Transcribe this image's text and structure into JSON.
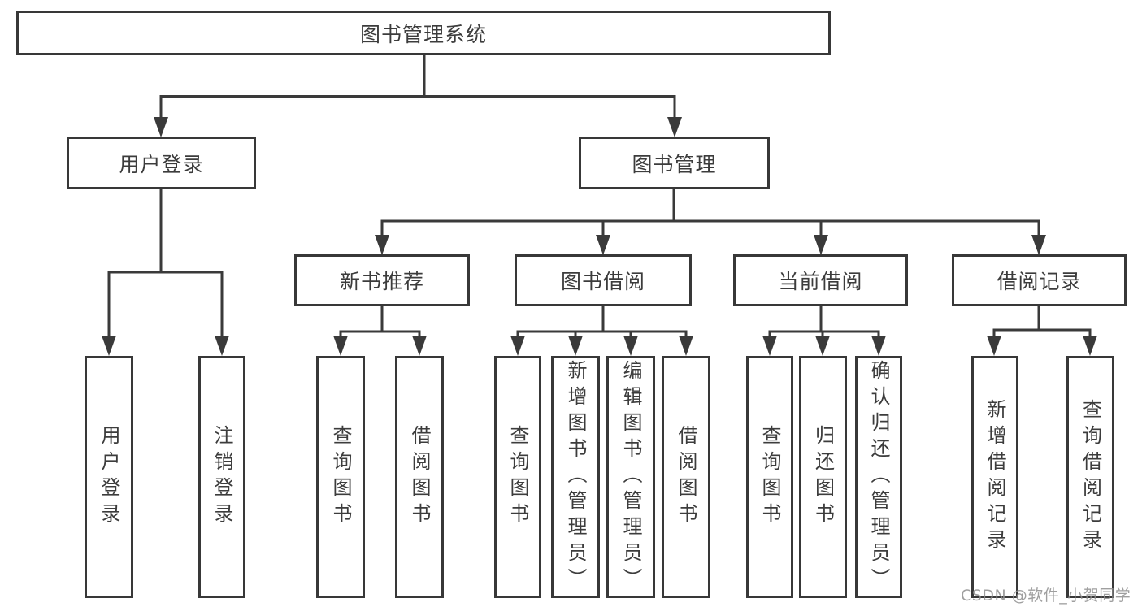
{
  "diagram": {
    "root": {
      "label": "图书管理系统"
    },
    "level2": [
      {
        "label": "用户登录"
      },
      {
        "label": "图书管理"
      }
    ],
    "level3": [
      {
        "label": "新书推荐",
        "parent": "图书管理"
      },
      {
        "label": "图书借阅",
        "parent": "图书管理"
      },
      {
        "label": "当前借阅",
        "parent": "图书管理"
      },
      {
        "label": "借阅记录",
        "parent": "图书管理"
      }
    ],
    "leaves": [
      {
        "label": "用户登录",
        "parent": "用户登录"
      },
      {
        "label": "注销登录",
        "parent": "用户登录"
      },
      {
        "label": "查询图书",
        "parent": "新书推荐"
      },
      {
        "label": "借阅图书",
        "parent": "新书推荐"
      },
      {
        "label": "查询图书",
        "parent": "图书借阅"
      },
      {
        "label": "新增图书（管理员）",
        "parent": "图书借阅"
      },
      {
        "label": "编辑图书（管理员）",
        "parent": "图书借阅"
      },
      {
        "label": "借阅图书",
        "parent": "图书借阅"
      },
      {
        "label": "查询图书",
        "parent": "当前借阅"
      },
      {
        "label": "归还图书",
        "parent": "当前借阅"
      },
      {
        "label": "确认归还（管理员）",
        "parent": "当前借阅"
      },
      {
        "label": "新增借阅记录",
        "parent": "借阅记录"
      },
      {
        "label": "查询借阅记录",
        "parent": "借阅记录"
      }
    ]
  },
  "watermark": {
    "text": "CSDN @软件_小贺同学"
  },
  "colors": {
    "background": "#ffffff",
    "line": "#3a3a3a",
    "box_border": "#383838",
    "text": "#3c3c3c",
    "watermark": "#8f8f8f"
  }
}
